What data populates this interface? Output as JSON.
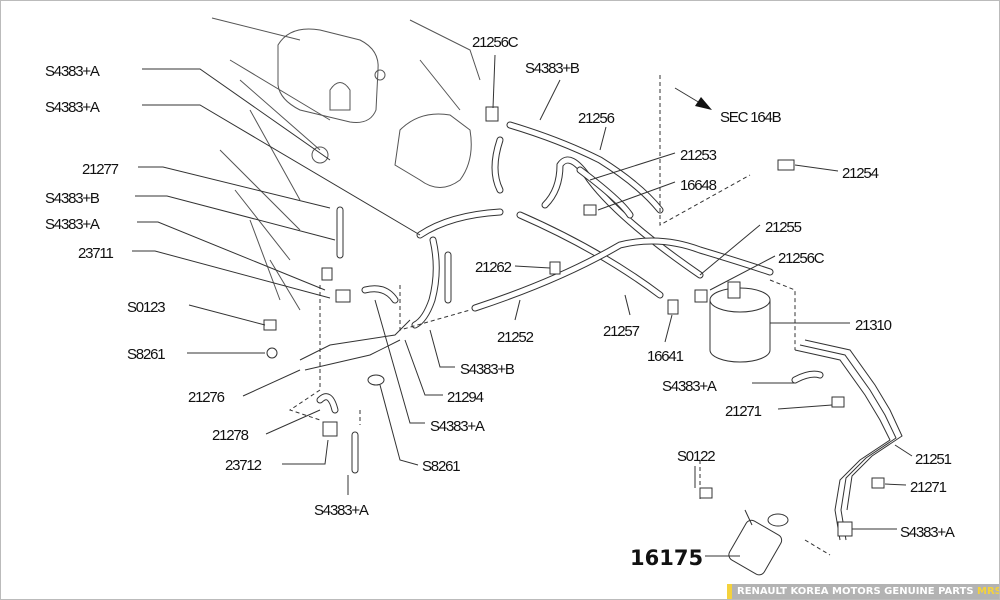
{
  "labels": {
    "s4383a_1": "S4383+A",
    "s4383a_2": "S4383+A",
    "p21277": "21277",
    "s4383b_1": "S4383+B",
    "s4383a_3": "S4383+A",
    "p23711": "23711",
    "s0123": "S0123",
    "s8261_1": "S8261",
    "p21276": "21276",
    "p21278": "21278",
    "p23712": "23712",
    "s4383a_4": "S4383+A",
    "s8261_2": "S8261",
    "s4383a_5": "S4383+A",
    "p21294": "21294",
    "s4383b_2": "S4383+B",
    "p21252": "21252",
    "p21262": "21262",
    "p21257": "21257",
    "p16641": "16641",
    "s4383a_6": "S4383+A",
    "p21271_1": "21271",
    "p21251": "21251",
    "p21271_2": "21271",
    "s4383a_7": "S4383+A",
    "s0122": "S0122",
    "p16175": "16175",
    "p21310": "21310",
    "p21256c_2": "21256C",
    "p21255": "21255",
    "p16648": "16648",
    "p21253": "21253",
    "p21254": "21254",
    "sec164b": "SEC 164B",
    "p21256": "21256",
    "s4383b_3": "S4383+B",
    "p21256c_1": "21256C"
  },
  "footer": {
    "text": "RENAULT KOREA MOTORS GENUINE PARTS",
    "brand": "MRSZONE",
    "accent_color": "#f4d23c",
    "bg_color": "#b3b3b3"
  }
}
